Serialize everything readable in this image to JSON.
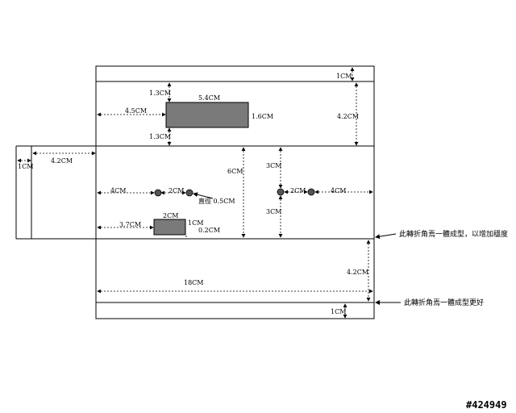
{
  "labels": {
    "top_strip": "1CM",
    "top_height": "4.2CM",
    "rect_top_offset": "1.3CM",
    "rect_width": "5.4CM",
    "rect_left_offset": "4.5CM",
    "rect_height": "1.6CM",
    "rect_bottom_offset": "1.3CM",
    "left_flap_width": "1CM",
    "left_flap_extent": "4.2CM",
    "middle_height": "6CM",
    "hole_left_offset": "4CM",
    "hole_spacing_left": "2CM",
    "hole_diameter": "直徑 0.5CM",
    "hole_top_right": "3CM",
    "hole_bottom_right": "3CM",
    "hole_spacing_right": "2CM",
    "hole_right_offset": "4CM",
    "small_rect_width": "2CM",
    "small_rect_left_offset": "3.7CM",
    "small_rect_height": "1CM",
    "small_rect_bottom_offset": "0.2CM",
    "bottom_height": "4.2CM",
    "total_width": "18CM",
    "bottom_strip": "1CM"
  },
  "notes": {
    "note1": "此轉折角焉一體成型，以增加穩度",
    "note2": "此轉折角焉一體成型更好"
  },
  "code": "#424949"
}
